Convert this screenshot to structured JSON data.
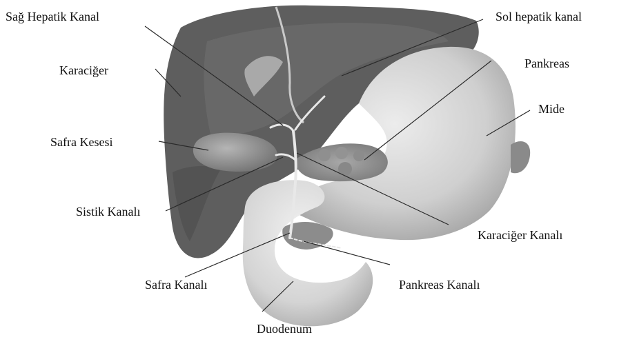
{
  "labels": {
    "sag_hepatik_kanal": "Sağ Hepatik Kanal",
    "sol_hepatik_kanal": "Sol hepatik kanal",
    "karaciger": "Karaciğer",
    "pankreas": "Pankreas",
    "mide": "Mide",
    "safra_kesesi": "Safra Kesesi",
    "sistik_kanali": "Sistik Kanalı",
    "karaciger_kanali": "Karaciğer Kanalı",
    "safra_kanali": "Safra Kanalı",
    "pankreas_kanali": "Pankreas Kanalı",
    "duodenum": "Duodenum"
  },
  "colors": {
    "liver_dark": "#5a5a5a",
    "liver_mid": "#6e6e6e",
    "stomach": "#cfcfcf",
    "duodenum": "#d9d9d9",
    "pancreas": "#9a9a9a",
    "gallbladder": "#8a8a8a",
    "leader_line": "#2a2a2a"
  }
}
